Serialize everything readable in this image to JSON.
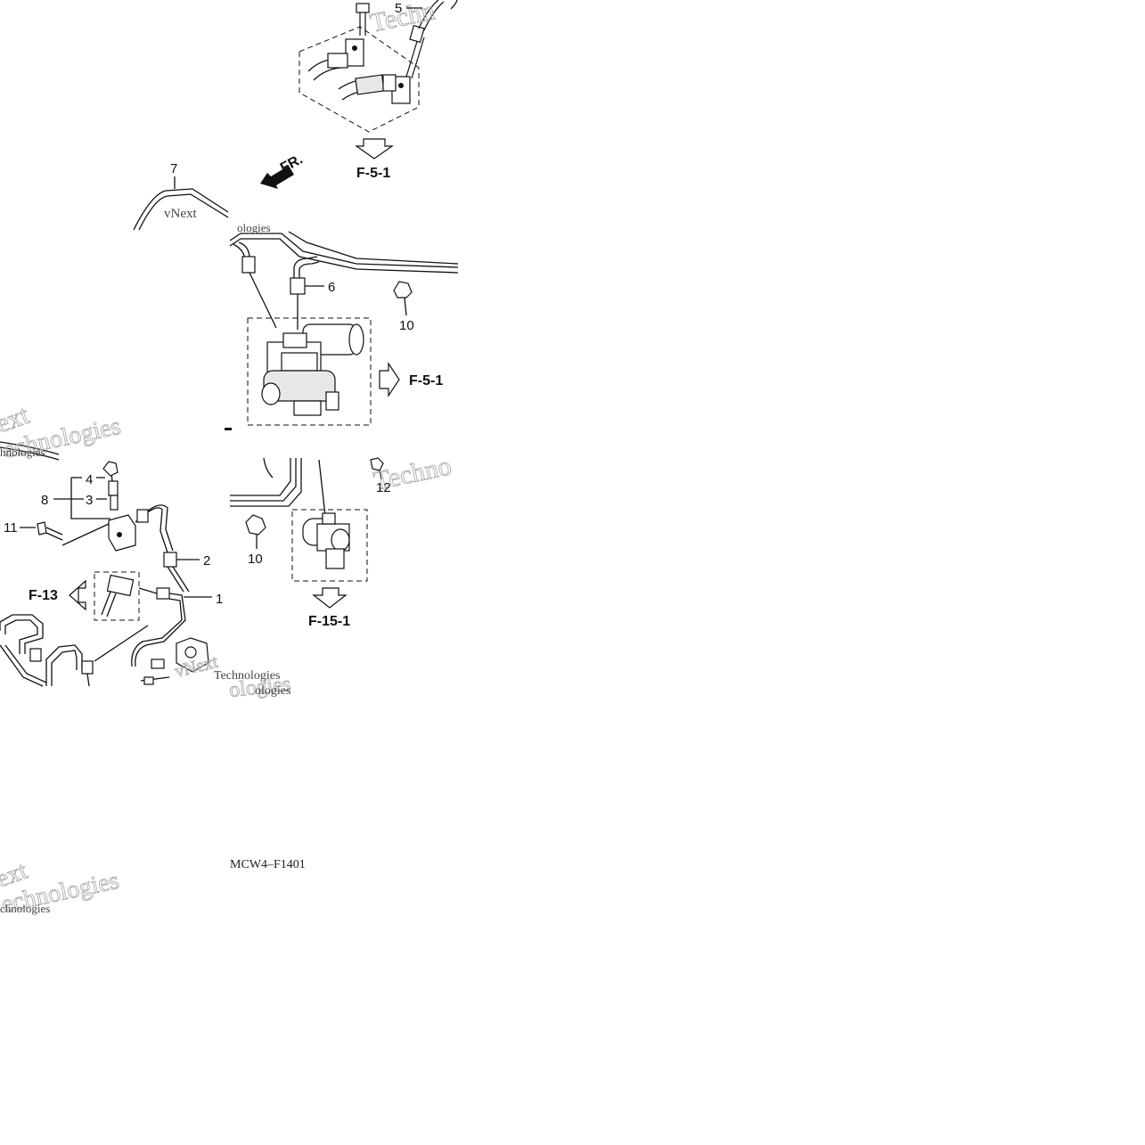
{
  "diagram": {
    "drawing_code": "MCW4–F1401",
    "front_label": "FR.",
    "callouts": [
      "1",
      "2",
      "3",
      "4",
      "5",
      "6",
      "7",
      "8",
      "10",
      "10",
      "11",
      "12"
    ],
    "refs": [
      "F-5-1",
      "F-5-1",
      "F-13",
      "F-15-1"
    ],
    "watermark": {
      "brand_a": "vNext",
      "brand_b": "Technologies",
      "fragments": [
        "Techn",
        "Techno",
        "ext",
        "echnologies",
        "ologies",
        "hnologies",
        "chnologies"
      ]
    }
  }
}
